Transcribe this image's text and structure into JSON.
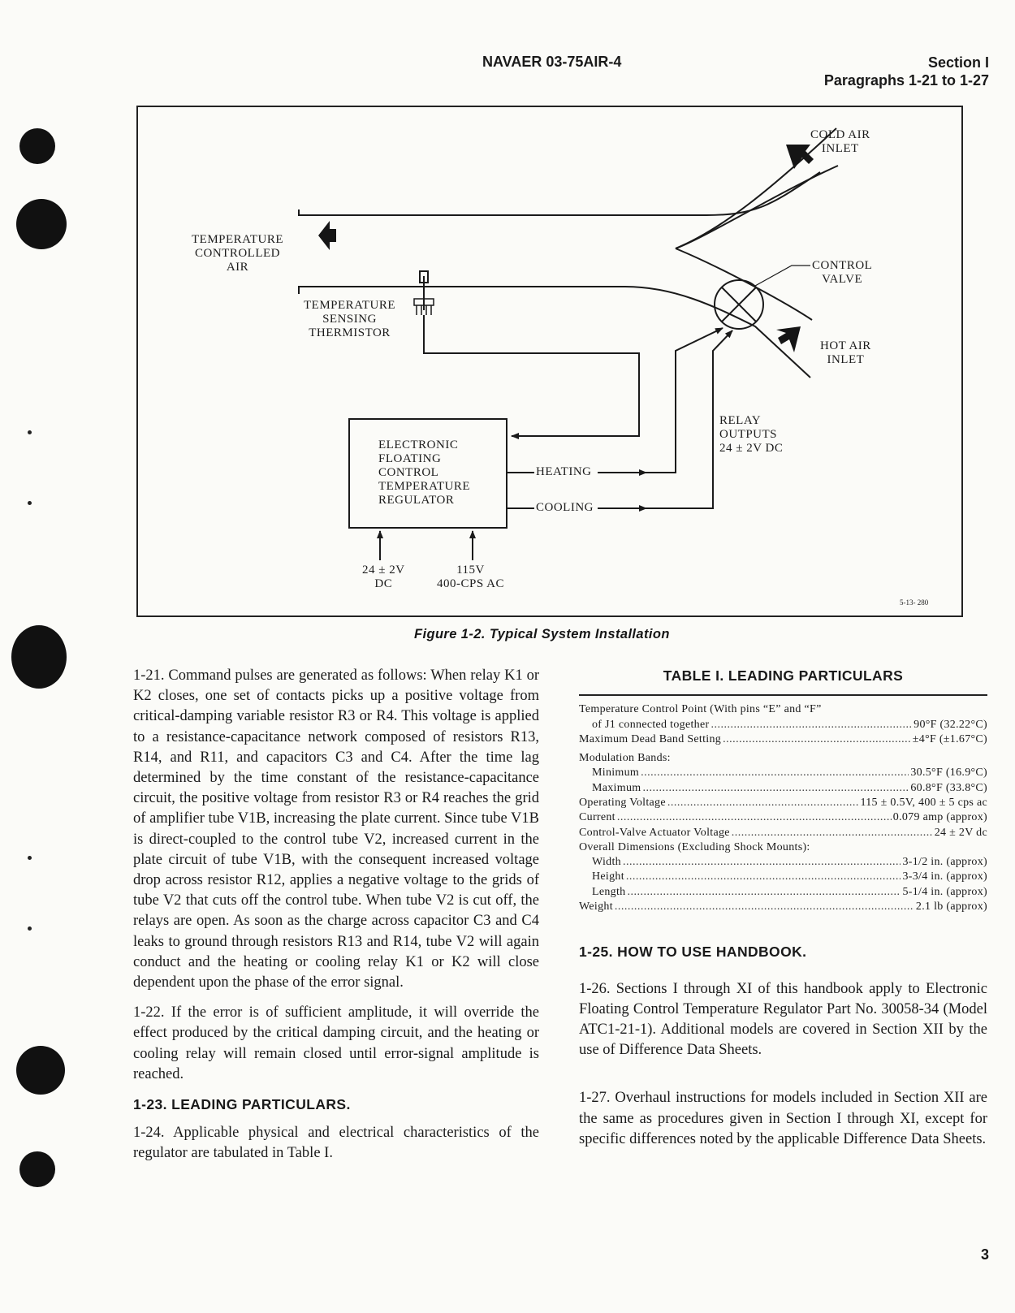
{
  "header": {
    "doc_number": "NAVAER 03-75AIR-4",
    "section": "Section I",
    "paragraphs": "Paragraphs 1-21 to 1-27"
  },
  "figure": {
    "labels": {
      "cold_air_1": "COLD AIR",
      "cold_air_2": "INLET",
      "temp_ctrl_1": "TEMPERATURE",
      "temp_ctrl_2": "CONTROLLED",
      "temp_ctrl_3": "AIR",
      "control_valve_1": "CONTROL",
      "control_valve_2": "VALVE",
      "sensing_1": "TEMPERATURE",
      "sensing_2": "SENSING",
      "sensing_3": "THERMISTOR",
      "hot_air_1": "HOT AIR",
      "hot_air_2": "INLET",
      "relay_1": "RELAY",
      "relay_2": "OUTPUTS",
      "relay_3": "24 ± 2V DC",
      "regulator_1": "ELECTRONIC",
      "regulator_2": "FLOATING",
      "regulator_3": "CONTROL",
      "regulator_4": "TEMPERATURE",
      "regulator_5": "REGULATOR",
      "heating": "HEATING",
      "cooling": "COOLING",
      "dc_1": "24 ± 2V",
      "dc_2": "DC",
      "ac_1": "115V",
      "ac_2": "400-CPS AC",
      "ref": "5-13- 280"
    },
    "caption": "Figure 1-2. Typical System Installation"
  },
  "left_column": {
    "p1_21": "1-21. Command pulses are generated as follows: When relay K1 or K2 closes, one set of contacts picks up a positive voltage from critical-damping variable resistor R3 or R4. This voltage is applied to a resistance-capacitance network composed of resistors R13, R14, and R11, and capacitors C3 and C4. After the time lag determined by the time constant of the resistance-capacitance circuit, the positive voltage from resistor R3 or R4 reaches the grid of amplifier tube V1B, increasing the plate current. Since tube V1B is direct-coupled to the control tube V2, increased current in the plate circuit of tube V1B, with the consequent increased voltage drop across resistor R12, applies a negative voltage to the grids of tube V2 that cuts off the control tube. When tube V2 is cut off, the relays are open. As soon as the charge across capacitor C3 and C4 leaks to ground through resistors R13 and R14, tube V2 will again conduct and the heating or cooling relay K1 or K2 will close dependent upon the phase of the error signal.",
    "p1_22": "1-22. If the error is of sufficient amplitude, it will override the effect produced by the critical damping circuit, and the heating or cooling relay will remain closed until error-signal amplitude is reached.",
    "h1_23": "1-23. LEADING PARTICULARS.",
    "p1_24": "1-24. Applicable physical and electrical characteristics of the regulator are tabulated in Table I."
  },
  "table": {
    "title": "TABLE I. LEADING PARTICULARS",
    "rows": [
      {
        "label": "Temperature Control Point (With pins “E” and “F”",
        "value": ""
      },
      {
        "label": "of J1 connected together",
        "value": "90°F (32.22°C)"
      },
      {
        "label": "Maximum Dead Band Setting",
        "value": "±4°F (±1.67°C)"
      },
      {
        "label": "Modulation Bands:",
        "value": ""
      },
      {
        "label": "Minimum",
        "value": "30.5°F (16.9°C)"
      },
      {
        "label": "Maximum",
        "value": "60.8°F (33.8°C)"
      },
      {
        "label": "Operating Voltage",
        "value": "115 ± 0.5V, 400 ± 5 cps ac"
      },
      {
        "label": "Current",
        "value": "0.079 amp (approx)"
      },
      {
        "label": "Control-Valve Actuator Voltage",
        "value": "24 ± 2V dc"
      },
      {
        "label": "Overall Dimensions (Excluding Shock Mounts):",
        "value": ""
      },
      {
        "label": "Width",
        "value": "3-1/2 in. (approx)"
      },
      {
        "label": "Height",
        "value": "3-3/4 in. (approx)"
      },
      {
        "label": "Length",
        "value": "5-1/4 in. (approx)"
      },
      {
        "label": "Weight",
        "value": "2.1 lb (approx)"
      }
    ]
  },
  "right_column": {
    "h1_25": "1-25. HOW TO USE HANDBOOK.",
    "p1_26": "1-26. Sections I through XI of this handbook apply to Electronic Floating Control Temperature Regulator Part No. 30058-34 (Model ATC1-21-1). Additional models are covered in Section XII by the use of Difference Data Sheets.",
    "p1_27": "1-27. Overhaul instructions for models included in Section XII are the same as procedures given in Section I through XI, except for specific differences noted by the applicable Difference Data Sheets."
  },
  "page_number": "3"
}
